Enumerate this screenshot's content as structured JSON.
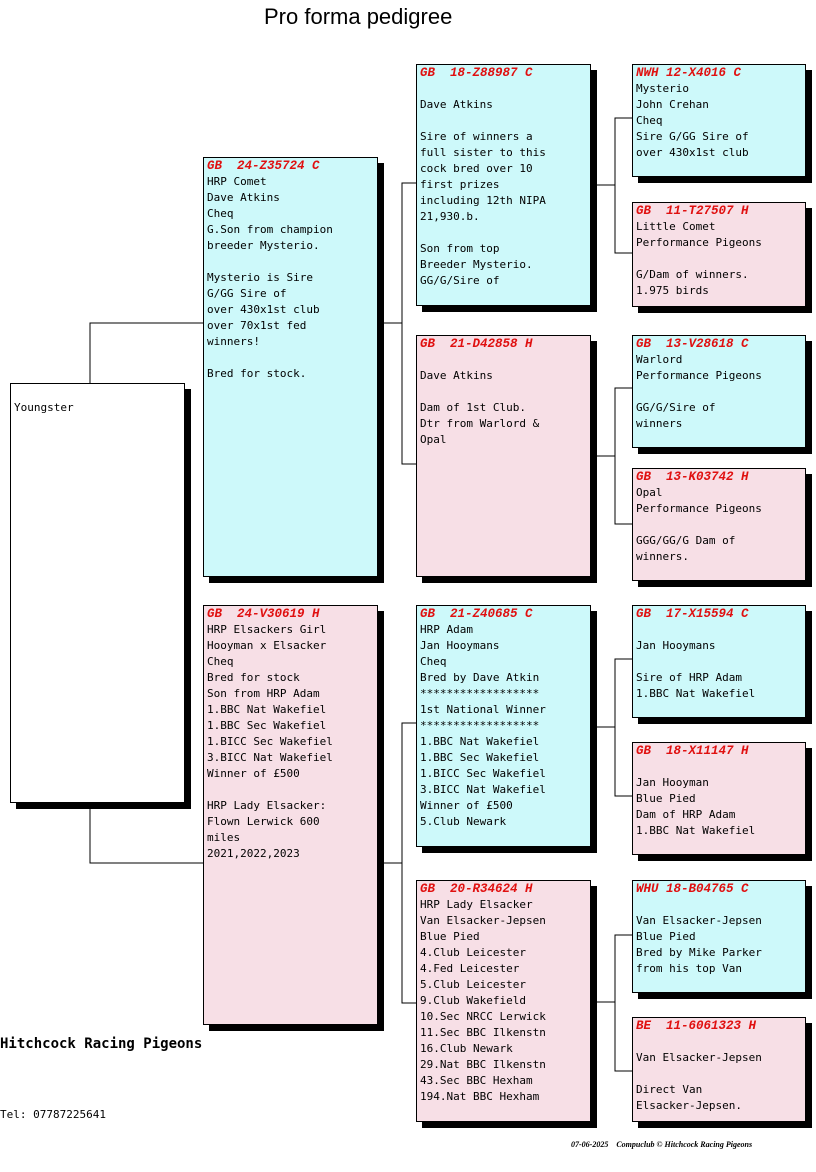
{
  "title": "Pro forma pedigree",
  "subject": {
    "name": "Youngster"
  },
  "sire": {
    "ring": "GB  24-Z35724 C",
    "lines": [
      "HRP Comet",
      "Dave Atkins",
      "Cheq",
      "G.Son from champion",
      "breeder Mysterio.",
      "",
      "Mysterio is Sire",
      "G/GG Sire of",
      "over 430x1st club",
      "over 70x1st fed",
      "winners!",
      "",
      "Bred for stock."
    ]
  },
  "dam": {
    "ring": "GB  24-V30619 H",
    "lines": [
      "HRP Elsackers Girl",
      "Hooyman x Elsacker",
      "Cheq",
      "Bred for stock",
      "Son from HRP Adam",
      "1.BBC Nat Wakefiel",
      "1.BBC Sec Wakefiel",
      "1.BICC Sec Wakefiel",
      "3.BICC Nat Wakefiel",
      "Winner of £500",
      "",
      "HRP Lady Elsacker:",
      "Flown Lerwick 600",
      "miles",
      "2021,2022,2023"
    ]
  },
  "ss": {
    "ring": "GB  18-Z88987 C",
    "lines": [
      "",
      "Dave Atkins",
      "",
      "Sire of winners a",
      "full sister to this",
      "cock bred over 10",
      "first prizes",
      "including 12th NIPA",
      "21,930.b.",
      "",
      "Son from top",
      "Breeder Mysterio.",
      "GG/G/Sire of"
    ]
  },
  "sd": {
    "ring": "GB  21-D42858 H",
    "lines": [
      "",
      "Dave Atkins",
      "",
      "Dam of 1st Club.",
      "Dtr from Warlord &",
      "Opal"
    ]
  },
  "ds": {
    "ring": "GB  21-Z40685 C",
    "lines": [
      "HRP Adam",
      "Jan Hooymans",
      "Cheq",
      "Bred by Dave Atkin",
      "******************",
      "1st National Winner",
      "******************",
      "1.BBC Nat Wakefiel",
      "1.BBC Sec Wakefiel",
      "1.BICC Sec Wakefiel",
      "3.BICC Nat Wakefiel",
      "Winner of £500",
      "5.Club Newark"
    ]
  },
  "dd": {
    "ring": "GB  20-R34624 H",
    "lines": [
      "HRP Lady Elsacker",
      "Van Elsacker-Jepsen",
      "Blue Pied",
      "4.Club Leicester",
      "4.Fed Leicester",
      "5.Club Leicester",
      "9.Club Wakefield",
      "10.Sec NRCC Lerwick",
      "11.Sec BBC Ilkenstn",
      "16.Club Newark",
      "29.Nat BBC Ilkenstn",
      "43.Sec BBC Hexham",
      "194.Nat BBC Hexham"
    ]
  },
  "sss": {
    "ring": "NWH 12-X4016 C",
    "lines": [
      "Mysterio",
      "John Crehan",
      "Cheq",
      "Sire G/GG Sire of",
      "over 430x1st club"
    ]
  },
  "ssd": {
    "ring": "GB  11-T27507 H",
    "lines": [
      "Little Comet",
      "Performance Pigeons",
      "",
      "G/Dam of winners.",
      "1.975 birds"
    ]
  },
  "sds": {
    "ring": "GB  13-V28618 C",
    "lines": [
      "Warlord",
      "Performance Pigeons",
      "",
      "GG/G/Sire of",
      "winners"
    ]
  },
  "sdd": {
    "ring": "GB  13-K03742 H",
    "lines": [
      "Opal",
      "Performance Pigeons",
      "",
      "GGG/GG/G Dam of",
      "winners."
    ]
  },
  "dss": {
    "ring": "GB  17-X15594 C",
    "lines": [
      "",
      "Jan Hooymans",
      "",
      "Sire of HRP Adam",
      "1.BBC Nat Wakefiel"
    ]
  },
  "dsd": {
    "ring": "GB  18-X11147 H",
    "lines": [
      "",
      "Jan Hooyman",
      "Blue Pied",
      "Dam of HRP Adam",
      "1.BBC Nat Wakefiel"
    ]
  },
  "dds": {
    "ring": "WHU 18-B04765 C",
    "lines": [
      "",
      "Van Elsacker-Jepsen",
      "Blue Pied",
      "Bred by Mike Parker",
      "from his top Van"
    ]
  },
  "ddd": {
    "ring": "BE  11-6061323 H",
    "lines": [
      "",
      "Van Elsacker-Jepsen",
      "",
      "Direct Van",
      "Elsacker-Jepsen."
    ]
  },
  "breeder": "Hitchcock Racing Pigeons",
  "tel": "Tel: 07787225641",
  "footer": "07-06-2025    Compuclub © Hitchcock Racing Pigeons",
  "colors": {
    "cock_bg": "#cdf9fa",
    "hen_bg": "#f7dfe6",
    "ring_text": "#e01010"
  }
}
